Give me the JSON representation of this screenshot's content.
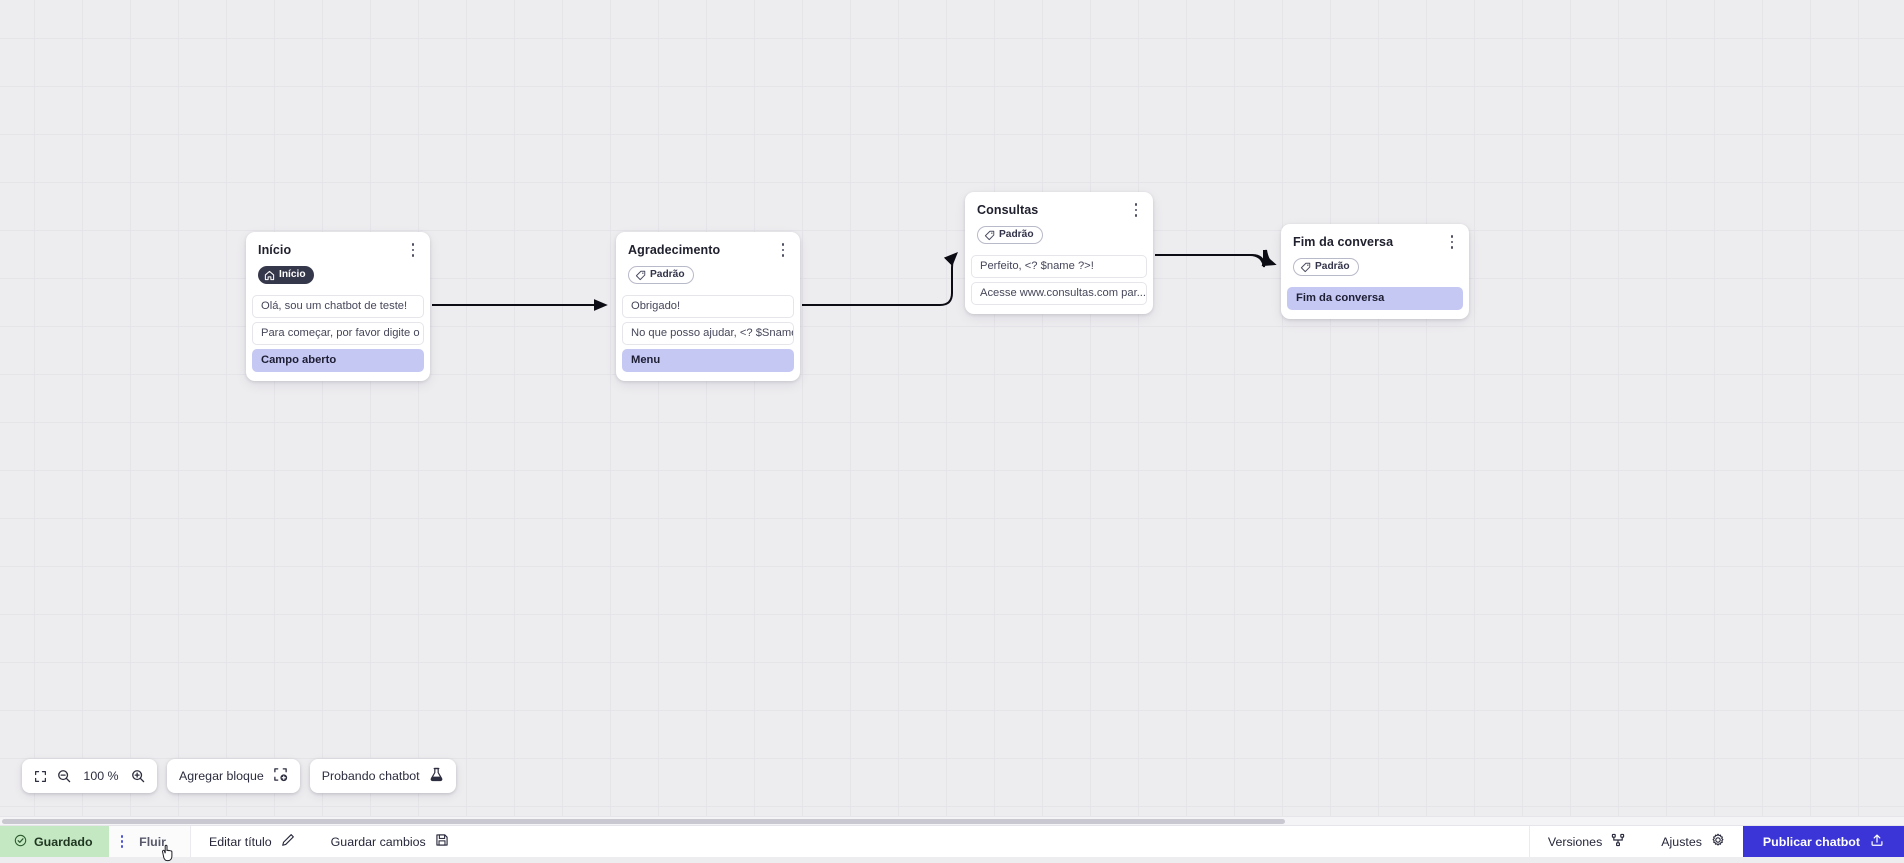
{
  "canvas": {
    "nodes": [
      {
        "id": "inicio",
        "title": "Início",
        "badge": {
          "label": "Início",
          "icon": "home-icon",
          "style": "dark"
        },
        "rows": [
          {
            "text": "Olá, sou um chatbot de teste!",
            "style": "msg"
          },
          {
            "text": "Para começar, por favor digite o ...",
            "style": "msg"
          },
          {
            "text": "Campo aberto",
            "style": "accent"
          }
        ]
      },
      {
        "id": "agradecimento",
        "title": "Agradecimento",
        "badge": {
          "label": "Padrão",
          "icon": "tag-icon",
          "style": "outline"
        },
        "rows": [
          {
            "text": "Obrigado!",
            "style": "msg"
          },
          {
            "text": "No que posso ajudar, <? $Sname ...",
            "style": "msg"
          },
          {
            "text": "Menu",
            "style": "accent"
          }
        ]
      },
      {
        "id": "consultas",
        "title": "Consultas",
        "badge": {
          "label": "Padrão",
          "icon": "tag-icon",
          "style": "outline"
        },
        "rows": [
          {
            "text": "Perfeito, <? $name ?>!",
            "style": "msg"
          },
          {
            "text": "Acesse www.consultas.com par...",
            "style": "msg"
          }
        ]
      },
      {
        "id": "fim",
        "title": "Fim da conversa",
        "badge": {
          "label": "Padrão",
          "icon": "tag-icon",
          "style": "outline"
        },
        "rows": [
          {
            "text": "Fim da conversa",
            "style": "accent"
          }
        ]
      }
    ]
  },
  "toolbar": {
    "fit_icon": "fit-screen-icon",
    "zoom_out_icon": "zoom-out-icon",
    "zoom_level": "100 %",
    "zoom_in_icon": "zoom-in-icon",
    "add_block_label": "Agregar bloque",
    "add_block_icon": "add-block-icon",
    "test_chatbot_label": "Probando chatbot",
    "test_chatbot_icon": "flask-icon"
  },
  "statusbar": {
    "saved_label": "Guardado",
    "saved_icon": "check-circle-icon",
    "tab_label": "Fluir",
    "drag_handle_icon": "drag-dots-icon",
    "edit_title_label": "Editar título",
    "edit_title_icon": "pencil-icon",
    "save_changes_label": "Guardar cambios",
    "save_changes_icon": "save-disk-icon",
    "versions_label": "Versiones",
    "versions_icon": "branch-icon",
    "settings_label": "Ajustes",
    "settings_icon": "gear-icon",
    "publish_label": "Publicar chatbot",
    "publish_icon": "upload-icon"
  },
  "colors": {
    "accent_blue": "#3b34d6",
    "saved_green": "#c3e8c2",
    "node_accent_lavender": "#c6c8f4",
    "badge_dark": "#35374a",
    "canvas_bg": "#edecef",
    "grid_line": "#e5e4e9"
  }
}
